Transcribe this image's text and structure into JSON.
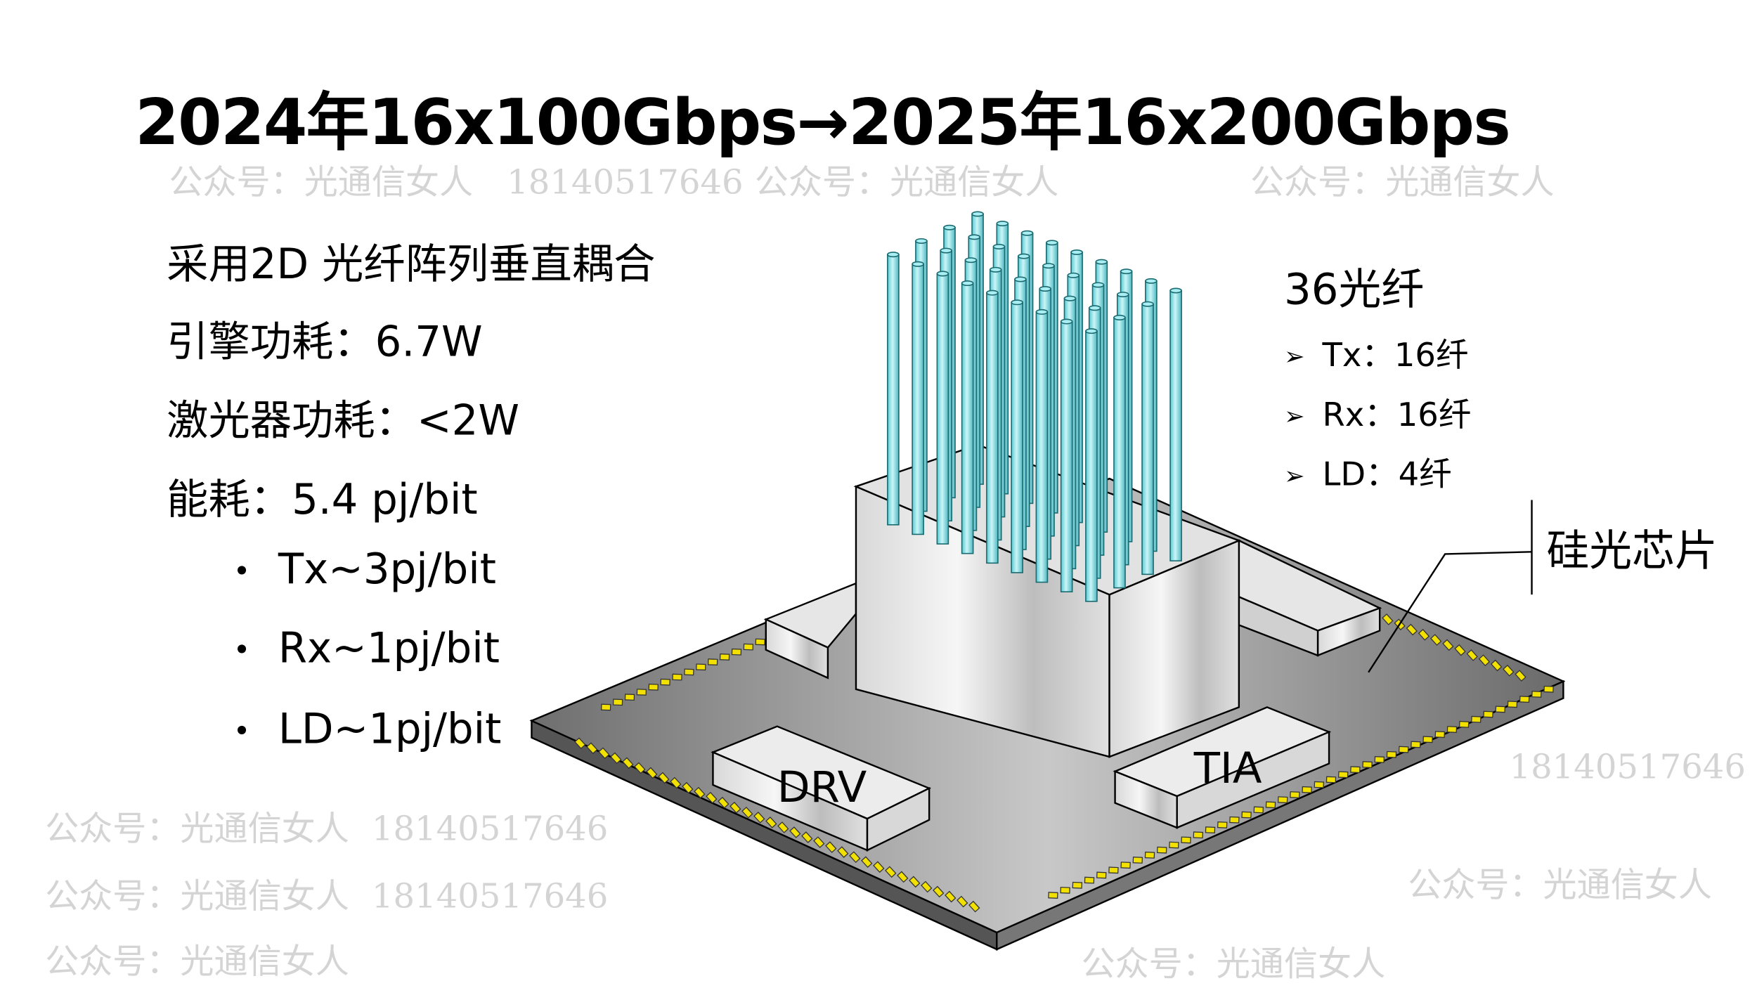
{
  "title": "2024年16x100Gbps→2025年16x200Gbps",
  "left_text": {
    "lines": [
      "采用2D 光纤阵列垂直耦合",
      "引擎功耗：6.7W",
      "激光器功耗：<2W",
      "能耗：5.4 pj/bit"
    ],
    "bullets": [
      "Tx~3pj/bit",
      "Rx~1pj/bit",
      "LD~1pj/bit"
    ],
    "bullet_icon": "•"
  },
  "right_text": {
    "heading": "36光纤",
    "items": [
      "Tx：16纤",
      "Rx：16纤",
      "LD：4纤"
    ],
    "item_icon": "➢"
  },
  "diagram": {
    "labels": {
      "drv": "DRV",
      "tia": "TIA",
      "chip": "硅光芯片"
    },
    "fiber_count": 36,
    "colors": {
      "fiber": "#7fe0e6",
      "pad": "#f2e000",
      "substrate": "#8a8a8a"
    }
  },
  "watermarks": {
    "account": "公众号：光通信女人",
    "phone": "18140517646"
  }
}
